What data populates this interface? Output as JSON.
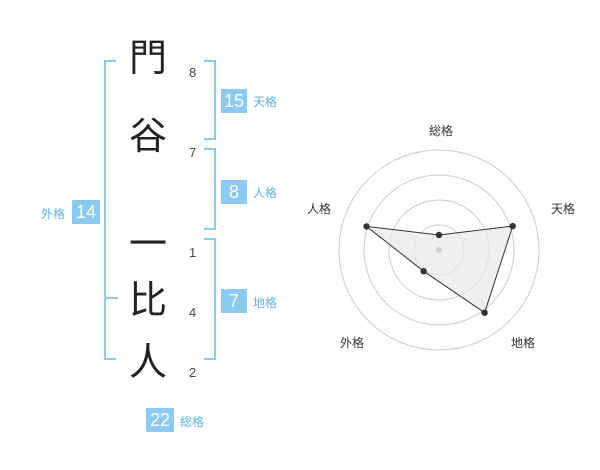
{
  "name": {
    "characters": [
      {
        "char": "門",
        "strokes": "8"
      },
      {
        "char": "谷",
        "strokes": "7"
      },
      {
        "char": "一",
        "strokes": "1"
      },
      {
        "char": "比",
        "strokes": "4"
      },
      {
        "char": "人",
        "strokes": "2"
      }
    ]
  },
  "fortune": {
    "tenkaku": {
      "value": "15",
      "label": "天格"
    },
    "jinkaku": {
      "value": "8",
      "label": "人格"
    },
    "chikaku": {
      "value": "7",
      "label": "地格"
    },
    "gaikaku": {
      "value": "14",
      "label": "外格"
    },
    "soukaku": {
      "value": "22",
      "label": "総格"
    }
  },
  "chart_data": {
    "type": "radar",
    "axes": [
      "総格",
      "天格",
      "地格",
      "外格",
      "人格"
    ],
    "rings": 4,
    "max": 4,
    "values": [
      0.6,
      3.1,
      3.1,
      1.05,
      3.05
    ],
    "colors": {
      "fill": "#e8e8e8",
      "line": "#333333",
      "grid": "#cccccc",
      "point": "#333333",
      "accent": "#8ccaf2"
    }
  }
}
